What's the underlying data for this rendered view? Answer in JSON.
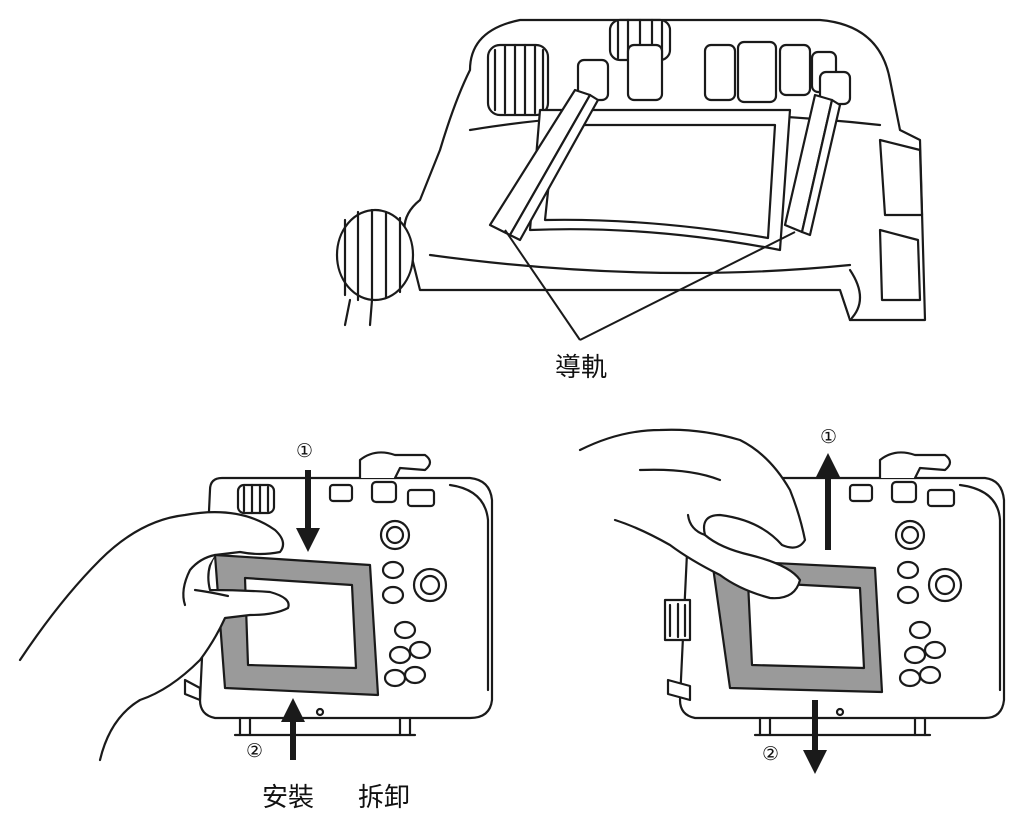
{
  "labels": {
    "rails": "導軌",
    "install": "安裝",
    "remove": "拆卸",
    "step1": "①",
    "step2": "②"
  },
  "colors": {
    "line": "#1a1a1a",
    "hood": "#9a9a9a",
    "fill": "#ffffff"
  }
}
